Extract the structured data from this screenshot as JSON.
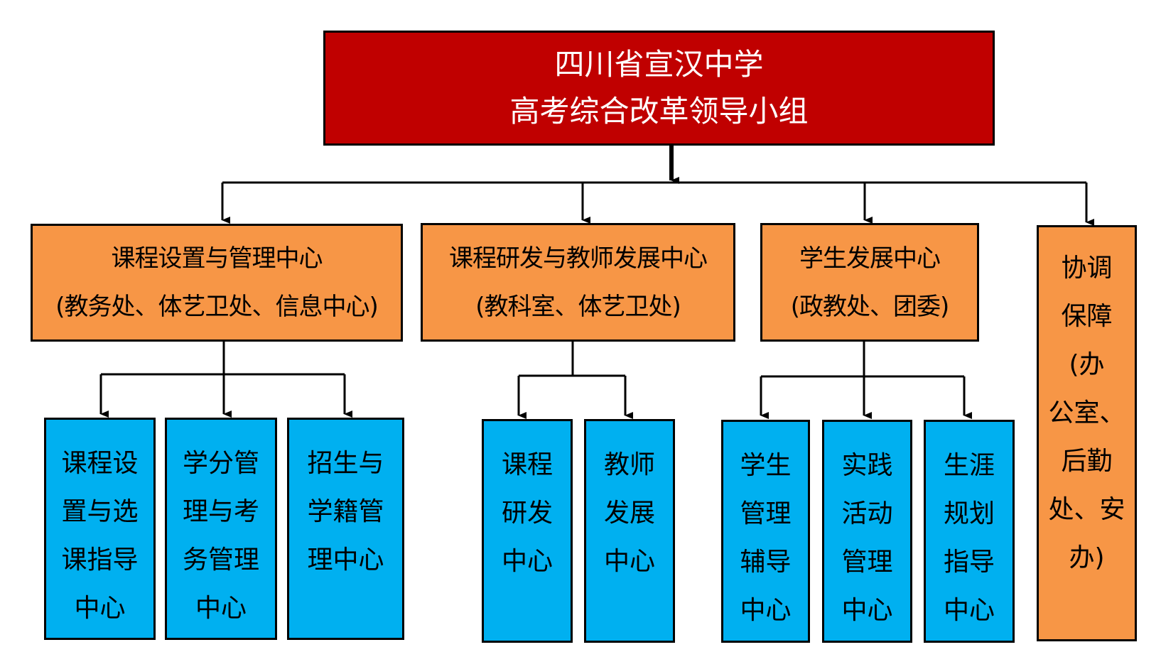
{
  "colors": {
    "top": "#c00000",
    "mid": "#f79646",
    "leaf": "#00b0f0",
    "line": "#000000"
  },
  "top": {
    "line1": "四川省宣汉中学",
    "line2": "高考综合改革领导小组"
  },
  "centers": [
    {
      "title": "课程设置与管理中心",
      "sub": "(教务处、体艺卫处、信息中心)"
    },
    {
      "title": "课程研发与教师发展中心",
      "sub": "(教科室、体艺卫处)"
    },
    {
      "title": "学生发展中心",
      "sub": "(政教处、团委)"
    }
  ],
  "support": {
    "lines": [
      "协调",
      "保障",
      "(办",
      "公室、",
      "后勤",
      "处、安",
      "办)"
    ]
  },
  "subcenters": [
    {
      "lines": [
        "课程设",
        "置与选",
        "课指导",
        "中心"
      ]
    },
    {
      "lines": [
        "学分管",
        "理与考",
        "务管理",
        "中心"
      ]
    },
    {
      "lines": [
        "招生与",
        "学籍管",
        "理中心"
      ]
    },
    {
      "lines": [
        "课程",
        "研发",
        "中心"
      ]
    },
    {
      "lines": [
        "教师",
        "发展",
        "中心"
      ]
    },
    {
      "lines": [
        "学生",
        "管理",
        "辅导",
        "中心"
      ]
    },
    {
      "lines": [
        "实践",
        "活动",
        "管理",
        "中心"
      ]
    },
    {
      "lines": [
        "生涯",
        "规划",
        "指导",
        "中心"
      ]
    }
  ]
}
